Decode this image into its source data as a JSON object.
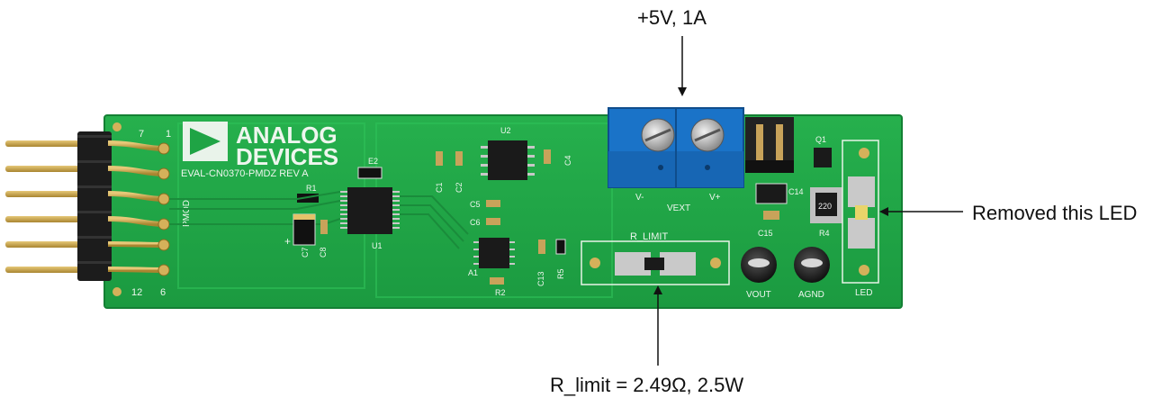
{
  "annotations": {
    "power_supply": "+5V, 1A",
    "removed_led": "Removed this LED",
    "r_limit": "R_limit = 2.49Ω, 2.5W"
  },
  "board": {
    "logo_line1": "ANALOG",
    "logo_line2": "DEVICES",
    "model": "EVAL-CN0370-PMDZ REV A",
    "connector_label": "PMOD",
    "pin_7": "7",
    "pin_1": "1",
    "pin_12": "12",
    "pin_6": "6",
    "rlimit_label": "R_LIMIT",
    "vext_label": "VEXT",
    "vext_minus": "V-",
    "vext_plus": "V+",
    "vout_label": "VOUT",
    "agnd_label": "AGND",
    "led_label": "LED",
    "resistor_code": "220",
    "refs": {
      "u1": "U1",
      "u2": "U2",
      "a1": "A1",
      "r1": "R1",
      "r2": "R2",
      "r4": "R4",
      "r5": "R5",
      "c1": "C1",
      "c2": "C2",
      "c4": "C4",
      "c5": "C5",
      "c6": "C6",
      "c7": "C7",
      "c8": "C8",
      "c13": "C13",
      "c14": "C14",
      "c15": "C15",
      "e2": "E2",
      "q1": "Q1"
    }
  },
  "colors": {
    "pcb": "#1fa445",
    "pcb_dark": "#17863a",
    "terminal_block": "#1a73c8",
    "header": "#1c1c1c",
    "pins": "#c9a24a",
    "arrow": "#111111"
  }
}
